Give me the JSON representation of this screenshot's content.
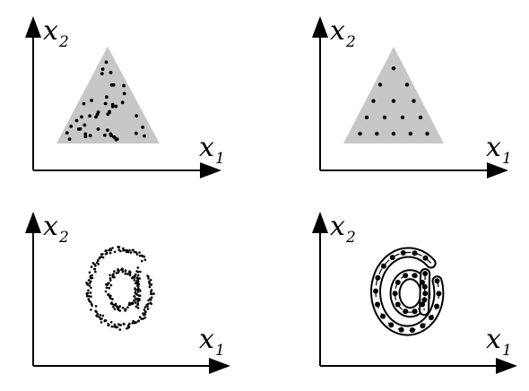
{
  "panels": [
    {
      "name": "top-left",
      "x_label": "x",
      "x_sub": "1",
      "y_label": "x",
      "y_sub": "2",
      "shape": "triangle",
      "point_style": "dense"
    },
    {
      "name": "top-right",
      "x_label": "x",
      "x_sub": "1",
      "y_label": "x",
      "y_sub": "2",
      "shape": "triangle",
      "point_style": "sparse"
    },
    {
      "name": "bottom-left",
      "x_label": "x",
      "x_sub": "1",
      "y_label": "x",
      "y_sub": "2",
      "shape": "at-sign",
      "point_style": "dense"
    },
    {
      "name": "bottom-right",
      "x_label": "x",
      "x_sub": "1",
      "y_label": "x",
      "y_sub": "2",
      "shape": "at-sign",
      "point_style": "sparse-with-tube"
    }
  ]
}
